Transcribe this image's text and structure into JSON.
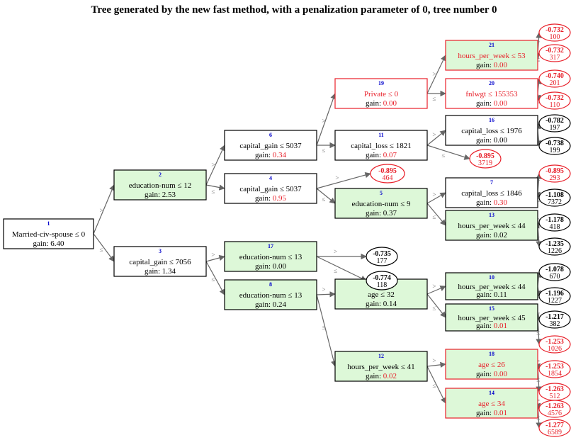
{
  "title": "Tree generated by the new fast method, with a penalization parameter of 0, tree number 0",
  "colors": {
    "highlight": "#e8202a",
    "default": "#000000",
    "fill_green": "#ddf8d8",
    "fill_white": "#ffffff",
    "id_blue": "#0000cc",
    "edge": "#666666"
  },
  "nodes": [
    {
      "id": "1",
      "cond": "Married-civ-spouse ≤ 0",
      "gain": "6.40",
      "fill": "white",
      "border": "black",
      "textRed": false,
      "gainRed": false
    },
    {
      "id": "2",
      "cond": "education-num ≤ 12",
      "gain": "2.53",
      "fill": "green",
      "border": "black",
      "textRed": false,
      "gainRed": false
    },
    {
      "id": "3",
      "cond": "capital_gain ≤ 7056",
      "gain": "1.34",
      "fill": "white",
      "border": "black",
      "textRed": false,
      "gainRed": false
    },
    {
      "id": "6",
      "cond": "capital_gain ≤ 5037",
      "gain": "0.34",
      "fill": "white",
      "border": "black",
      "textRed": false,
      "gainRed": true
    },
    {
      "id": "4",
      "cond": "capital_gain ≤ 5037",
      "gain": "0.95",
      "fill": "white",
      "border": "black",
      "textRed": false,
      "gainRed": true
    },
    {
      "id": "17",
      "cond": "education-num ≤ 13",
      "gain": "0.00",
      "fill": "green",
      "border": "black",
      "textRed": false,
      "gainRed": false
    },
    {
      "id": "8",
      "cond": "education-num ≤ 13",
      "gain": "0.24",
      "fill": "green",
      "border": "black",
      "textRed": false,
      "gainRed": false
    },
    {
      "id": "19",
      "cond": "Private ≤ 0",
      "gain": "0.00",
      "fill": "white",
      "border": "red",
      "textRed": true,
      "gainRed": true
    },
    {
      "id": "11",
      "cond": "capital_loss ≤ 1821",
      "gain": "0.07",
      "fill": "white",
      "border": "black",
      "textRed": false,
      "gainRed": true
    },
    {
      "id": "5",
      "cond": "education-num ≤ 9",
      "gain": "0.37",
      "fill": "green",
      "border": "black",
      "textRed": false,
      "gainRed": false
    },
    {
      "id": "9",
      "cond": "age ≤ 32",
      "gain": "0.14",
      "fill": "green",
      "border": "black",
      "textRed": false,
      "gainRed": false
    },
    {
      "id": "12",
      "cond": "hours_per_week ≤ 41",
      "gain": "0.02",
      "fill": "green",
      "border": "black",
      "textRed": false,
      "gainRed": true
    },
    {
      "id": "21",
      "cond": "hours_per_week ≤ 53",
      "gain": "0.00",
      "fill": "green",
      "border": "red",
      "textRed": true,
      "gainRed": true
    },
    {
      "id": "20",
      "cond": "fnlwgt ≤ 155353",
      "gain": "0.00",
      "fill": "white",
      "border": "red",
      "textRed": true,
      "gainRed": true
    },
    {
      "id": "16",
      "cond": "capital_loss ≤ 1976",
      "gain": "0.00",
      "fill": "white",
      "border": "black",
      "textRed": false,
      "gainRed": false
    },
    {
      "id": "7",
      "cond": "capital_loss ≤ 1846",
      "gain": "0.30",
      "fill": "white",
      "border": "black",
      "textRed": false,
      "gainRed": true
    },
    {
      "id": "13",
      "cond": "hours_per_week ≤ 44",
      "gain": "0.02",
      "fill": "green",
      "border": "black",
      "textRed": false,
      "gainRed": false
    },
    {
      "id": "10",
      "cond": "hours_per_week ≤ 44",
      "gain": "0.11",
      "fill": "green",
      "border": "black",
      "textRed": false,
      "gainRed": false
    },
    {
      "id": "15",
      "cond": "hours_per_week ≤ 45",
      "gain": "0.01",
      "fill": "green",
      "border": "black",
      "textRed": false,
      "gainRed": true
    },
    {
      "id": "18",
      "cond": "age ≤ 26",
      "gain": "0.00",
      "fill": "green",
      "border": "red",
      "textRed": true,
      "gainRed": true
    },
    {
      "id": "14",
      "cond": "age ≤ 34",
      "gain": "0.01",
      "fill": "green",
      "border": "red",
      "textRed": true,
      "gainRed": true
    }
  ],
  "leaves": [
    {
      "key": "L1",
      "value": "-0.895",
      "count": "464",
      "red": true
    },
    {
      "key": "L2",
      "value": "-0.735",
      "count": "177",
      "red": false
    },
    {
      "key": "L3",
      "value": "-0.774",
      "count": "118",
      "red": false
    },
    {
      "key": "L4",
      "value": "-0.895",
      "count": "3719",
      "red": true
    },
    {
      "key": "L5",
      "value": "-0.732",
      "count": "100",
      "red": true
    },
    {
      "key": "L6",
      "value": "-0.732",
      "count": "317",
      "red": true
    },
    {
      "key": "L7",
      "value": "-0.740",
      "count": "201",
      "red": true
    },
    {
      "key": "L8",
      "value": "-0.732",
      "count": "110",
      "red": true
    },
    {
      "key": "L9",
      "value": "-0.782",
      "count": "197",
      "red": false
    },
    {
      "key": "L10",
      "value": "-0.738",
      "count": "199",
      "red": false
    },
    {
      "key": "L11",
      "value": "-0.895",
      "count": "293",
      "red": true
    },
    {
      "key": "L12",
      "value": "-1.108",
      "count": "7372",
      "red": false
    },
    {
      "key": "L13",
      "value": "-1.178",
      "count": "418",
      "red": false
    },
    {
      "key": "L14",
      "value": "-1.235",
      "count": "1226",
      "red": false
    },
    {
      "key": "L15",
      "value": "-1.078",
      "count": "670",
      "red": false
    },
    {
      "key": "L16",
      "value": "-1.196",
      "count": "1227",
      "red": false
    },
    {
      "key": "L17",
      "value": "-1.217",
      "count": "382",
      "red": false
    },
    {
      "key": "L18",
      "value": "-1.253",
      "count": "1026",
      "red": true
    },
    {
      "key": "L19",
      "value": "-1.253",
      "count": "1854",
      "red": true
    },
    {
      "key": "L20",
      "value": "-1.263",
      "count": "512",
      "red": true
    },
    {
      "key": "L21",
      "value": "-1.263",
      "count": "4576",
      "red": true
    },
    {
      "key": "L22",
      "value": "-1.277",
      "count": "6589",
      "red": true
    }
  ],
  "edges": [
    {
      "from": "1",
      "to": "2",
      "label": ">"
    },
    {
      "from": "1",
      "to": "3",
      "label": "≤"
    },
    {
      "from": "2",
      "to": "6",
      "label": ">"
    },
    {
      "from": "2",
      "to": "4",
      "label": "≤"
    },
    {
      "from": "3",
      "to": "17",
      "label": ">"
    },
    {
      "from": "3",
      "to": "8",
      "label": "≤"
    },
    {
      "from": "6",
      "to": "19",
      "label": ">"
    },
    {
      "from": "6",
      "to": "11",
      "label": "≤"
    },
    {
      "from": "4",
      "to": "L1",
      "label": ">"
    },
    {
      "from": "4",
      "to": "5",
      "label": "≤"
    },
    {
      "from": "17",
      "to": "L2",
      "label": ">"
    },
    {
      "from": "17",
      "to": "L3",
      "label": "≤"
    },
    {
      "from": "8",
      "to": "9",
      "label": ">"
    },
    {
      "from": "8",
      "to": "12",
      "label": "≤"
    },
    {
      "from": "19",
      "to": "21",
      "label": ">"
    },
    {
      "from": "19",
      "to": "20",
      "label": "≤"
    },
    {
      "from": "11",
      "to": "16",
      "label": ">"
    },
    {
      "from": "11",
      "to": "L4",
      "label": "≤"
    },
    {
      "from": "5",
      "to": "7",
      "label": ">"
    },
    {
      "from": "5",
      "to": "13",
      "label": "≤"
    },
    {
      "from": "9",
      "to": "10",
      "label": ">"
    },
    {
      "from": "9",
      "to": "15",
      "label": "≤"
    },
    {
      "from": "12",
      "to": "18",
      "label": ">"
    },
    {
      "from": "12",
      "to": "14",
      "label": "≤"
    },
    {
      "from": "21",
      "to": "L5",
      "label": ">"
    },
    {
      "from": "21",
      "to": "L6",
      "label": "≤"
    },
    {
      "from": "20",
      "to": "L7",
      "label": ">"
    },
    {
      "from": "20",
      "to": "L8",
      "label": "≤"
    },
    {
      "from": "16",
      "to": "L9",
      "label": ">"
    },
    {
      "from": "16",
      "to": "L10",
      "label": "≤"
    },
    {
      "from": "7",
      "to": "L11",
      "label": ">"
    },
    {
      "from": "7",
      "to": "L12",
      "label": "≤"
    },
    {
      "from": "13",
      "to": "L13",
      "label": ">"
    },
    {
      "from": "13",
      "to": "L14",
      "label": "≤"
    },
    {
      "from": "10",
      "to": "L15",
      "label": ">"
    },
    {
      "from": "10",
      "to": "L16",
      "label": "≤"
    },
    {
      "from": "15",
      "to": "L17",
      "label": ">"
    },
    {
      "from": "15",
      "to": "L18",
      "label": "≤"
    },
    {
      "from": "18",
      "to": "L19",
      "label": ">"
    },
    {
      "from": "18",
      "to": "L20",
      "label": "≤"
    },
    {
      "from": "14",
      "to": "L21",
      "label": ">"
    },
    {
      "from": "14",
      "to": "L22",
      "label": "≤"
    }
  ]
}
